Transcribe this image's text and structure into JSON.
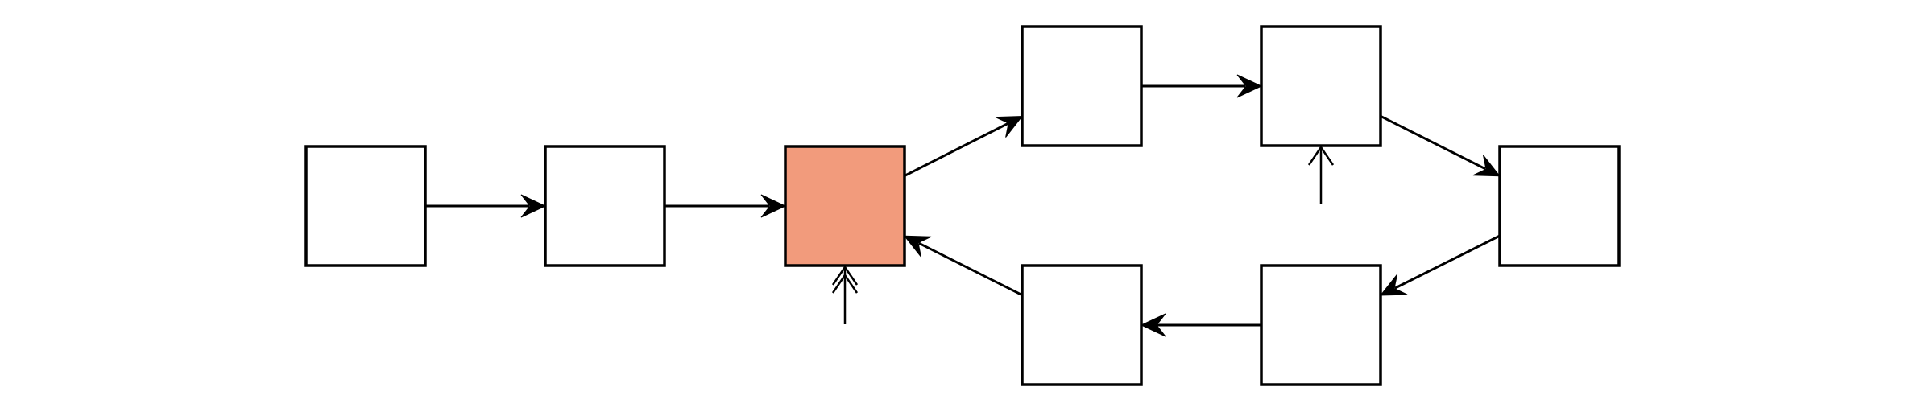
{
  "diagram": {
    "type": "directed-graph",
    "colors": {
      "stroke": "#000000",
      "node_fill": "#ffffff",
      "highlight_fill": "#f29b7c"
    },
    "nodes": [
      {
        "id": "n1",
        "highlighted": false
      },
      {
        "id": "n2",
        "highlighted": false
      },
      {
        "id": "n3",
        "highlighted": true
      },
      {
        "id": "n4",
        "highlighted": false
      },
      {
        "id": "n5",
        "highlighted": false
      },
      {
        "id": "n6",
        "highlighted": false
      },
      {
        "id": "n7",
        "highlighted": false
      },
      {
        "id": "n8",
        "highlighted": false
      }
    ],
    "edges": [
      {
        "from": "n1",
        "to": "n2"
      },
      {
        "from": "n2",
        "to": "n3"
      },
      {
        "from": "n3",
        "to": "n4"
      },
      {
        "from": "n4",
        "to": "n5"
      },
      {
        "from": "n5",
        "to": "n6"
      },
      {
        "from": "n6",
        "to": "n7"
      },
      {
        "from": "n7",
        "to": "n8"
      },
      {
        "from": "n8",
        "to": "n3"
      }
    ],
    "input_markers": [
      {
        "node": "n3",
        "style": "double-chevron"
      },
      {
        "node": "n5",
        "style": "single-chevron"
      }
    ]
  }
}
